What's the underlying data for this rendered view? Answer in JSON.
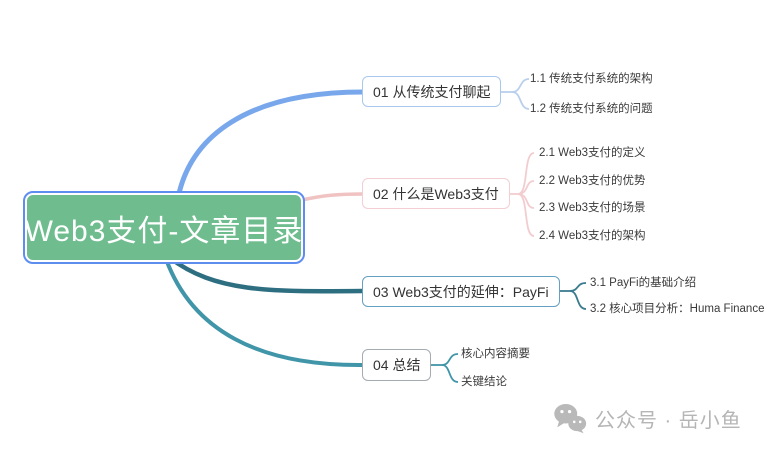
{
  "root": {
    "label": "Web3支付-文章目录"
  },
  "branches": [
    {
      "label": "01 从传统支付聊起",
      "color": "#79a7eb",
      "children": [
        "1.1 传统支付系统的架构",
        "1.2 传统支付系统的问题"
      ]
    },
    {
      "label": "02 什么是Web3支付",
      "color": "#f0c2c2",
      "children": [
        "2.1 Web3支付的定义",
        "2.2 Web3支付的优势",
        "2.3 Web3支付的场景",
        "2.4 Web3支付的架构"
      ]
    },
    {
      "label": "03 Web3支付的延伸：PayFi",
      "color": "#2e6e81",
      "children": [
        "3.1 PayFi的基础介绍",
        "3.2 核心项目分析：Huma Finance"
      ]
    },
    {
      "label": "04 总结",
      "color": "#4095a8",
      "children": [
        "核心内容摘要",
        "关键结论"
      ]
    }
  ],
  "watermark": {
    "icon": "wechat-icon",
    "text": "公众号 · 岳小鱼"
  },
  "colors": {
    "root_fill": "#6fbd8f",
    "root_selection_border": "#5e8df0",
    "branch1_line": "#79a7eb",
    "branch2_line": "#f0c2c2",
    "branch3_line": "#2e6e81",
    "branch4_line": "#4095a8",
    "text_dark": "#3a3a3a",
    "watermark_gray": "#b5b5b5"
  }
}
